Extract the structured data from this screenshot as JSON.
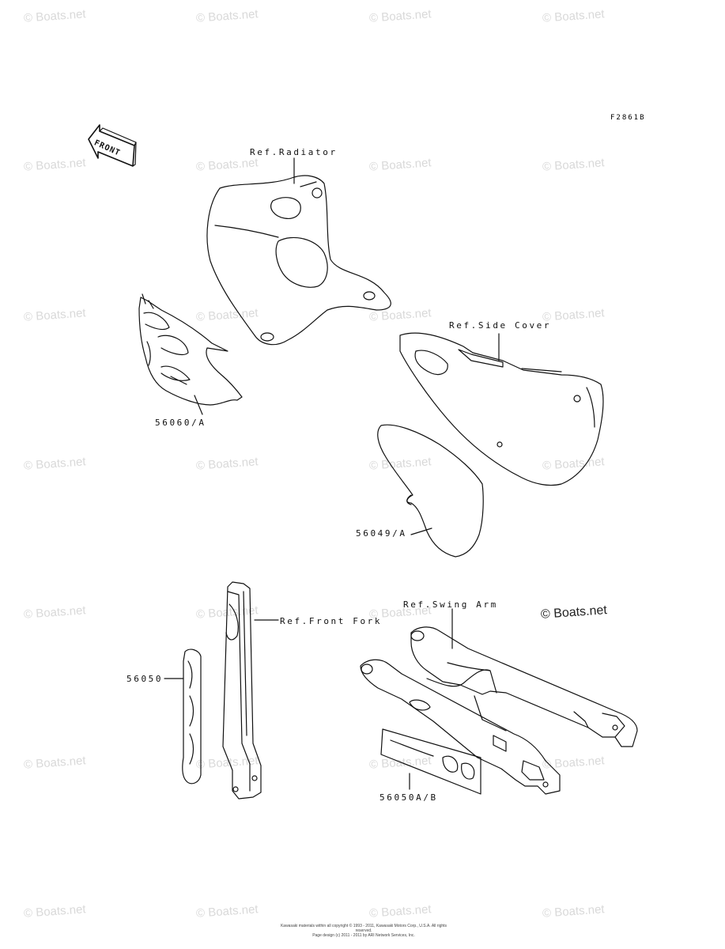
{
  "figure_code": "F2861B",
  "front_label": "FRONT",
  "callouts": {
    "ref_radiator": "Ref.Radiator",
    "ref_side_cover": "Ref.Side Cover",
    "ref_front_fork": "Ref.Front Fork",
    "ref_swing_arm": "Ref.Swing Arm",
    "part_56060": "56060/A",
    "part_56049": "56049/A",
    "part_56050": "56050",
    "part_56050ab": "56050A/B"
  },
  "watermark_text": "© Boats.net",
  "copyright_mark": "© Boats.net",
  "footer": {
    "line1": "Kawasaki materials within all copyright © 1993 - 2011, Kawasaki Motors Corp., U.S.A. All rights reserved.",
    "line2": "Page design (c) 2011 - 2011 by ARI Network Services, Inc."
  }
}
